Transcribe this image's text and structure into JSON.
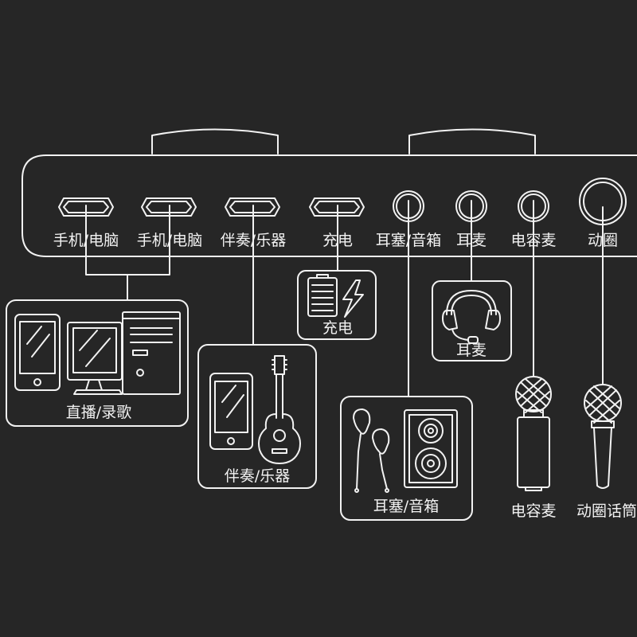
{
  "colors": {
    "background": "#262626",
    "line": "#f2f2f2"
  },
  "ports": [
    {
      "label": "手机/电脑",
      "icon": "usb-port-icon"
    },
    {
      "label": "手机/电脑",
      "icon": "usb-port-icon"
    },
    {
      "label": "伴奏/乐器",
      "icon": "usb-port-icon"
    },
    {
      "label": "充电",
      "icon": "usb-port-icon"
    },
    {
      "label": "耳塞/音箱",
      "icon": "audio-jack-icon"
    },
    {
      "label": "耳麦",
      "icon": "audio-jack-icon"
    },
    {
      "label": "电容麦",
      "icon": "audio-jack-icon"
    },
    {
      "label": "动圈",
      "icon": "audio-jack-icon"
    }
  ],
  "devices": {
    "live_record": {
      "label": "直播/录歌",
      "icons": [
        "smartphone-icon",
        "desktop-computer-icon"
      ]
    },
    "accompaniment": {
      "label": "伴奏/乐器",
      "icons": [
        "smartphone-icon",
        "guitar-icon"
      ]
    },
    "charging": {
      "label": "充电",
      "icons": [
        "battery-charging-icon"
      ]
    },
    "earbuds_speaker": {
      "label": "耳塞/音箱",
      "icons": [
        "earphones-icon",
        "speaker-icon"
      ]
    },
    "headset": {
      "label": "耳麦",
      "icons": [
        "headset-icon"
      ]
    },
    "condenser_mic": {
      "label": "电容麦",
      "icons": [
        "condenser-microphone-icon"
      ]
    },
    "dynamic_mic": {
      "label": "动圈话筒",
      "icons": [
        "dynamic-microphone-icon"
      ]
    }
  }
}
